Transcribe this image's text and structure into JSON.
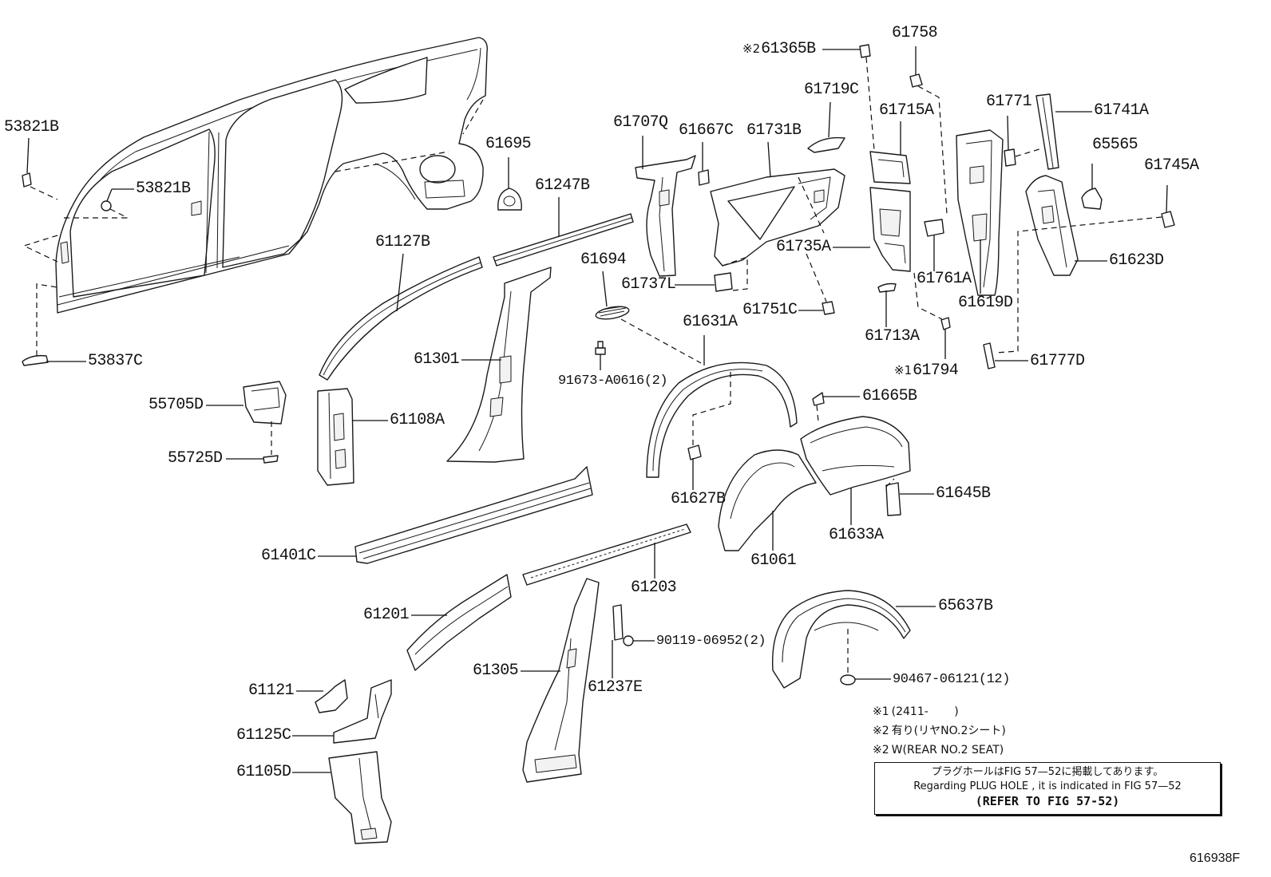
{
  "callouts": [
    {
      "part": "53821B"
    },
    {
      "part": "53821B"
    },
    {
      "part": "53837C"
    },
    {
      "part": "61695"
    },
    {
      "part": "61247B"
    },
    {
      "part": "61127B"
    },
    {
      "part": "61301"
    },
    {
      "part": "55705D"
    },
    {
      "part": "61108A"
    },
    {
      "part": "55725D"
    },
    {
      "part": "61707Q"
    },
    {
      "part": "61667C"
    },
    {
      "part": "61731B"
    },
    {
      "part": "61719C"
    },
    {
      "mark": "※2",
      "part": "61365B"
    },
    {
      "part": "61758"
    },
    {
      "part": "61715A"
    },
    {
      "part": "61771"
    },
    {
      "part": "61741A"
    },
    {
      "part": "65565"
    },
    {
      "part": "61745A"
    },
    {
      "part": "61694"
    },
    {
      "part": "61737L"
    },
    {
      "part": "61735A"
    },
    {
      "part": "61761A"
    },
    {
      "part": "61619D"
    },
    {
      "part": "61623D"
    },
    {
      "part": "61751C"
    },
    {
      "part": "61631A"
    },
    {
      "part": "61713A"
    },
    {
      "mark": "※1",
      "part": "61794"
    },
    {
      "part": "61777D"
    },
    {
      "part": "91673-A0616(2)"
    },
    {
      "part": "61665B"
    },
    {
      "part": "61627B"
    },
    {
      "part": "61645B"
    },
    {
      "part": "61633A"
    },
    {
      "part": "61061"
    },
    {
      "part": "61401C"
    },
    {
      "part": "61203"
    },
    {
      "part": "61201"
    },
    {
      "part": "65637B"
    },
    {
      "part": "90119-06952(2)"
    },
    {
      "part": "61305"
    },
    {
      "part": "61237E"
    },
    {
      "part": "90467-06121(12)"
    },
    {
      "part": "61121"
    },
    {
      "part": "61125C"
    },
    {
      "part": "61105D"
    }
  ],
  "notes": [
    {
      "mark": "※1",
      "text": "(2411-　　 )"
    },
    {
      "mark": "※2",
      "text": "有り(リヤNO.2シート)"
    },
    {
      "mark": "※2",
      "text": "W(REAR NO.2 SEAT)"
    }
  ],
  "reference_box": {
    "line_jp": "プラグホールはFIG 57—52に掲載してあります。",
    "line_en": "Regarding  PLUG  HOLE , it is indicated in FIG  57—52",
    "line_refer": "(REFER TO FIG 57-52)"
  },
  "figure_id": "616938F"
}
